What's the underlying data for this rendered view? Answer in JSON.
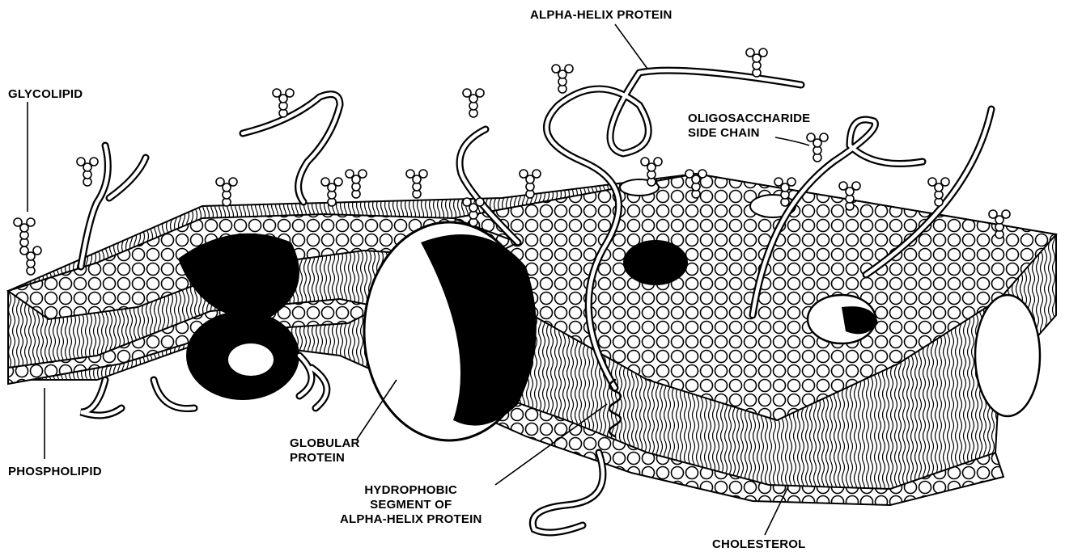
{
  "labels": {
    "glycolipid": "GLYCOLIPID",
    "alpha_helix_protein": "ALPHA-HELIX PROTEIN",
    "oligosaccharide": [
      "OLIGOSACCHARIDE",
      "SIDE CHAIN"
    ],
    "phospholipid": "PHOSPHOLIPID",
    "globular_protein": [
      "GLOBULAR",
      "PROTEIN"
    ],
    "hydrophobic_segment": [
      "HYDROPHOBIC",
      "SEGMENT OF",
      "ALPHA-HELIX PROTEIN"
    ],
    "cholesterol": "CHOLESTEROL"
  },
  "colors": {
    "ink": "#000000",
    "paper": "#ffffff"
  }
}
